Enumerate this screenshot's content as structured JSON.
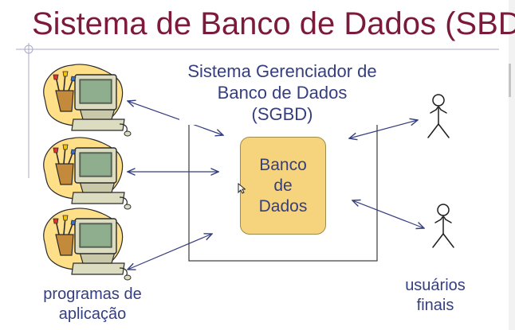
{
  "title": "Sistema de Banco de Dados (SBD)",
  "sgbd_label": {
    "line1": "Sistema Gerenciador de",
    "line2": "Banco de Dados",
    "line3": "(SGBD)"
  },
  "database": {
    "line1": "Banco",
    "line2": "de",
    "line3": "Dados"
  },
  "left_caption": {
    "line1": "programas de",
    "line2": "aplicação"
  },
  "right_caption": {
    "line1": "usuários",
    "line2": "finais"
  },
  "icons": [
    "computer-clipart-icon",
    "computer-clipart-icon",
    "computer-clipart-icon",
    "stick-figure-icon",
    "stick-figure-icon"
  ],
  "colors": {
    "title": "#7b1a3a",
    "text": "#353e7e",
    "arrow": "#353e7e",
    "database_fill": "#f6d47e",
    "blob_fill": "#ffe089",
    "monitor_body": "#dcdcc0"
  }
}
